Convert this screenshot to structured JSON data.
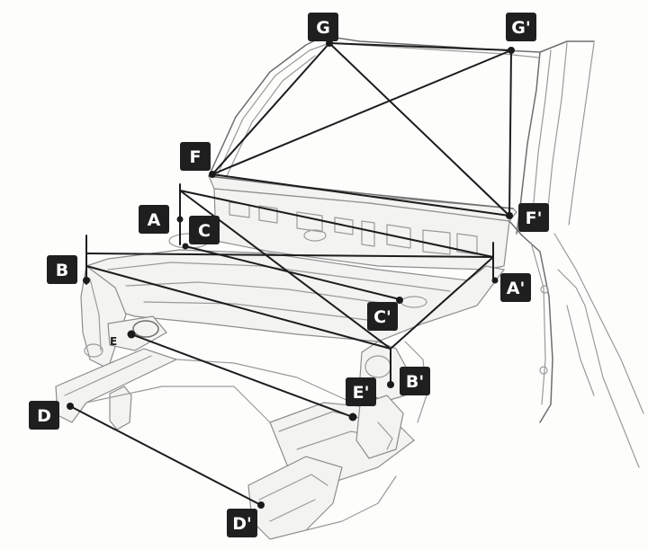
{
  "diagram": {
    "labels": {
      "A": "A",
      "A_prime": "A'",
      "B": "B",
      "B_prime": "B'",
      "C": "C",
      "C_prime": "C'",
      "D": "D",
      "D_prime": "D'",
      "E": "E",
      "E_prime": "E'",
      "F": "F",
      "F_prime": "F'",
      "G": "G",
      "G_prime": "G'"
    }
  }
}
